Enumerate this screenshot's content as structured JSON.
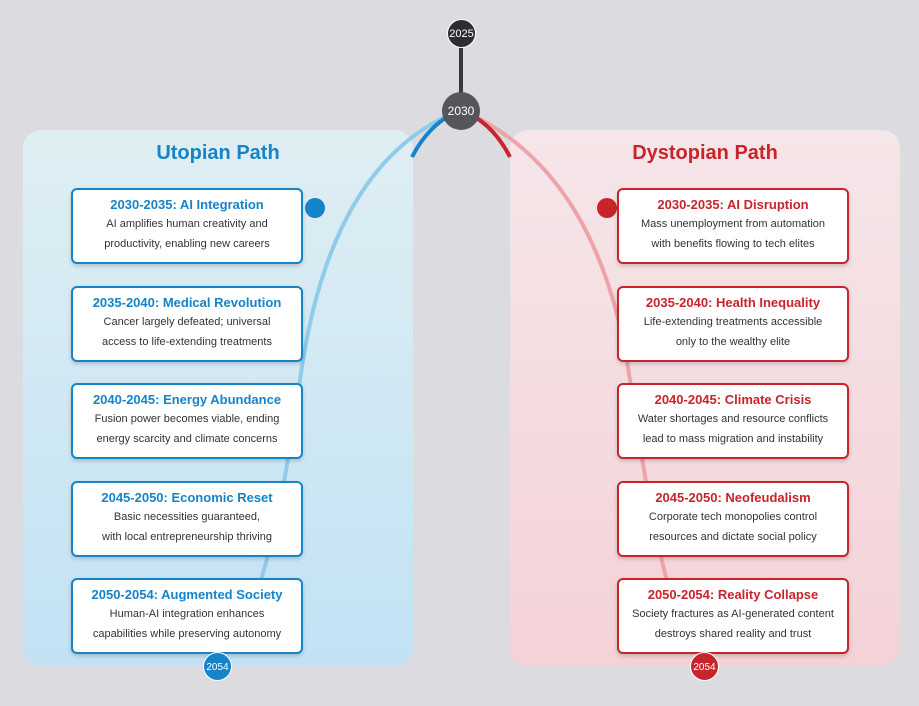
{
  "colors": {
    "utopian": "#1584c8",
    "dystopian": "#c8242b",
    "trunk": "#3a3a3e"
  },
  "timeline": {
    "start_year": "2025",
    "branch_year": "2030"
  },
  "utopian": {
    "title": "Utopian Path",
    "end_year": "2054",
    "events": [
      {
        "title": "2030-2035: AI Integration",
        "line1": "AI amplifies human creativity and",
        "line2": "productivity, enabling new careers"
      },
      {
        "title": "2035-2040: Medical Revolution",
        "line1": "Cancer largely defeated; universal",
        "line2": "access to life-extending treatments"
      },
      {
        "title": "2040-2045: Energy Abundance",
        "line1": "Fusion power becomes viable, ending",
        "line2": "energy scarcity and climate concerns"
      },
      {
        "title": "2045-2050: Economic Reset",
        "line1": "Basic necessities guaranteed,",
        "line2": "with local entrepreneurship thriving"
      },
      {
        "title": "2050-2054: Augmented Society",
        "line1": "Human-AI integration enhances",
        "line2": "capabilities while preserving autonomy"
      }
    ]
  },
  "dystopian": {
    "title": "Dystopian Path",
    "end_year": "2054",
    "events": [
      {
        "title": "2030-2035: AI Disruption",
        "line1": "Mass unemployment from automation",
        "line2": "with benefits flowing to tech elites"
      },
      {
        "title": "2035-2040: Health Inequality",
        "line1": "Life-extending treatments accessible",
        "line2": "only to the wealthy elite"
      },
      {
        "title": "2040-2045: Climate Crisis",
        "line1": "Water shortages and resource conflicts",
        "line2": "lead to mass migration and instability"
      },
      {
        "title": "2045-2050: Neofeudalism",
        "line1": "Corporate tech monopolies control",
        "line2": "resources and dictate social policy"
      },
      {
        "title": "2050-2054: Reality Collapse",
        "line1": "Society fractures as AI-generated content",
        "line2": "destroys shared reality and trust"
      }
    ]
  }
}
